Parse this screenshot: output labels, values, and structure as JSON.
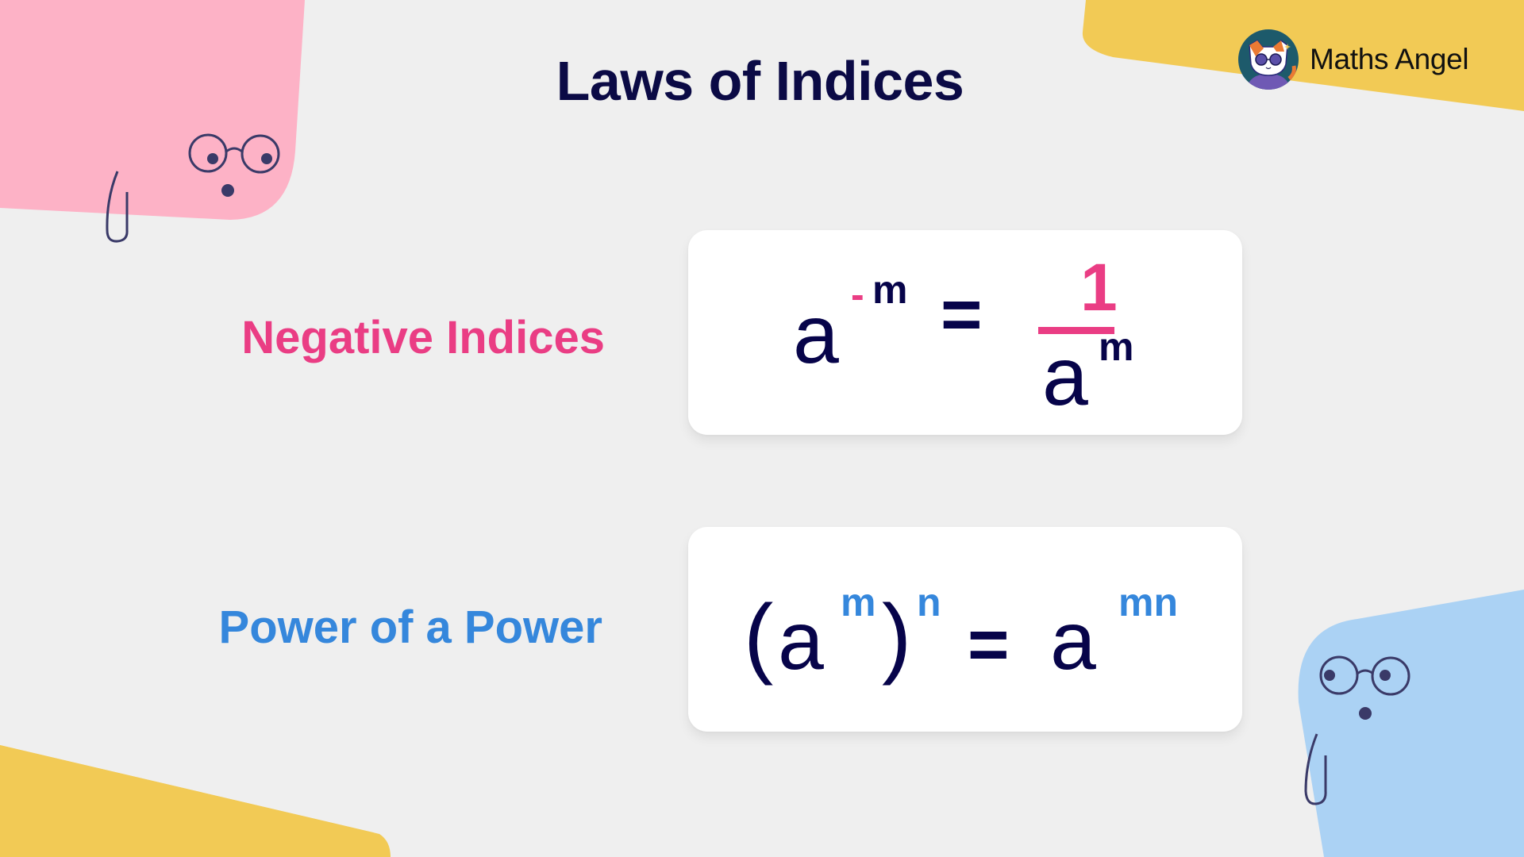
{
  "slide": {
    "title": "Laws of Indices",
    "brand": {
      "name": "Maths Angel",
      "logo_icon": "cat-with-sunglasses-logo"
    },
    "colors": {
      "background": "#efefef",
      "title": "#0b0a45",
      "pink_accent": "#ea3d84",
      "blue_accent": "#3587dc",
      "shape_pink": "#fdb2c6",
      "shape_yellow": "#f2ca55",
      "shape_blue": "#abd2f4",
      "character_line": "#3a3a68"
    },
    "laws": [
      {
        "label": "Negative Indices",
        "formula": {
          "lhs_base": "a",
          "lhs_exp_sign": "-",
          "lhs_exp": "m",
          "equals": "=",
          "numerator": "1",
          "denominator_base": "a",
          "denominator_exp": "m"
        }
      },
      {
        "label": "Power of a Power",
        "formula": {
          "open_paren": "(",
          "inner_base": "a",
          "inner_exp": "m",
          "close_paren": ")",
          "outer_exp": "n",
          "equals": "=",
          "rhs_base": "a",
          "rhs_exp": "mn"
        }
      }
    ]
  }
}
